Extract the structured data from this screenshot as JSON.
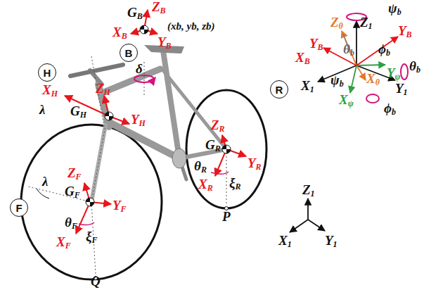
{
  "diagram": {
    "nodes": [
      {
        "text": [
          "H"
        ]
      },
      {
        "text": [
          "B"
        ]
      },
      {
        "text": [
          "F"
        ]
      },
      {
        "text": [
          "R"
        ]
      }
    ],
    "labels": [
      "GB",
      "ZB",
      "XB",
      "YB",
      "(xb, yb, zb)",
      "δ",
      "XH",
      "ZH",
      "λ",
      "GH",
      "YH",
      "ZR",
      "GR",
      "YR",
      "θR",
      "XR",
      "ξR",
      "P",
      "ZF",
      "GF",
      "YF",
      "λ",
      "θF",
      "XF",
      "ξF",
      "Q",
      "Z1",
      "X1",
      "Y1",
      "ψb",
      "Zθ",
      "Z1",
      "YB",
      "YB",
      "θb",
      "XB",
      "ϕb",
      "θb",
      "Yψ",
      "X1",
      "ψb",
      "Xθ",
      "Y1",
      "Xψ",
      "ϕb"
    ]
  }
}
